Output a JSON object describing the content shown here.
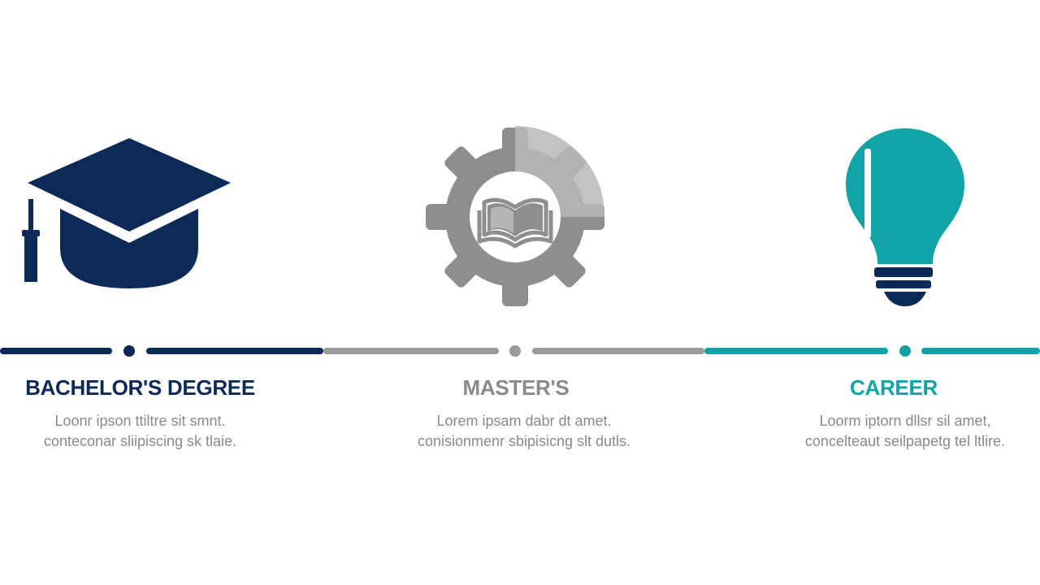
{
  "colors": {
    "navy": "#0c2a57",
    "gray": "#9a9a9a",
    "teal": "#12a3a6",
    "desc_text": "#8a8a8a"
  },
  "stages": [
    {
      "icon": "graduation-cap-icon",
      "title": "BACHELOR'S DEGREE",
      "desc_line1": "Loonr ipson ttiltre sit smnt.",
      "desc_line2": "conteconar sliipiscing sk tlaie."
    },
    {
      "icon": "gear-book-icon",
      "title": "MASTER'S",
      "desc_line1": "Lorem ipsam dabr dt amet.",
      "desc_line2": "conisionmenr sbipisicng slt dutls."
    },
    {
      "icon": "lightbulb-icon",
      "title": "CAREER",
      "desc_line1": "Loorm iptorn dllsr sil amet,",
      "desc_line2": "concelteaut seilpapetg tel ltlire."
    }
  ]
}
